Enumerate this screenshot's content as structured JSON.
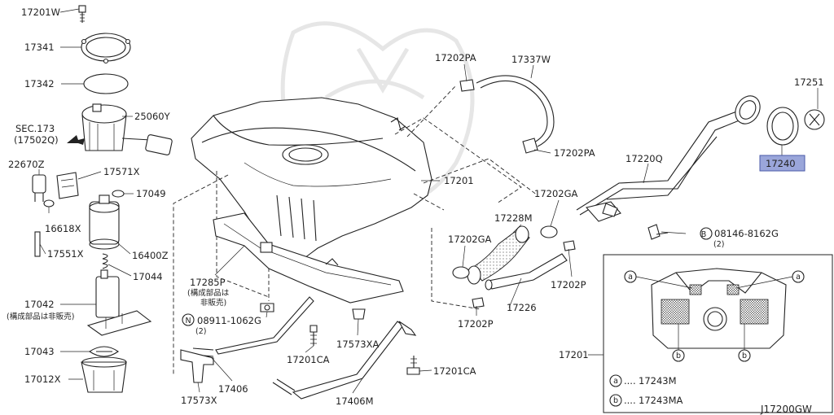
{
  "diagram": {
    "code": "J17200GW",
    "highlight_color": "#9aa6da",
    "labels": {
      "p17201w": "17201W",
      "p17341": "17341",
      "p17342": "17342",
      "p25060y": "25060Y",
      "sec173a": "SEC.173",
      "sec173b": "(17502Q)",
      "p22670z": "22670Z",
      "p17571x": "17571X",
      "p17049": "17049",
      "p16618x": "16618X",
      "p16400z": "16400Z",
      "p17551x": "17551X",
      "p17044": "17044",
      "p17042": "17042",
      "p17042note": "(構成部品は非販売)",
      "p17043": "17043",
      "p17012x": "17012X",
      "p17202pa_top": "17202PA",
      "p17337w": "17337W",
      "p17202pa_mid": "17202PA",
      "p17201": "17201",
      "p17220q": "17220Q",
      "p17251": "17251",
      "p17240": "17240",
      "p17202ga_a": "17202GA",
      "p17228m": "17228M",
      "p17202ga_b": "17202GA",
      "p08146": "08146-8162G",
      "p08146_b": "B",
      "p08146qty": "(2)",
      "p17202p_a": "17202P",
      "p17226": "17226",
      "p17202p_b": "17202P",
      "p17285p": "17285P",
      "p17285note1": "(構成部品は",
      "p17285note2": "非販売)",
      "p08911": "08911-1062G",
      "p08911_n": "N",
      "p08911qty": "(2)",
      "p17573xa": "17573XA",
      "p17201ca_a": "17201CA",
      "p17201ca_b": "17201CA",
      "p17406": "17406",
      "p17406m": "17406M",
      "p17573x": "17573X",
      "inset_17201": "17201",
      "inset_a": "a",
      "inset_b": "b",
      "legend_a_part": "17243M",
      "legend_b_part": "17243MA",
      "legend_dots": "...."
    }
  }
}
